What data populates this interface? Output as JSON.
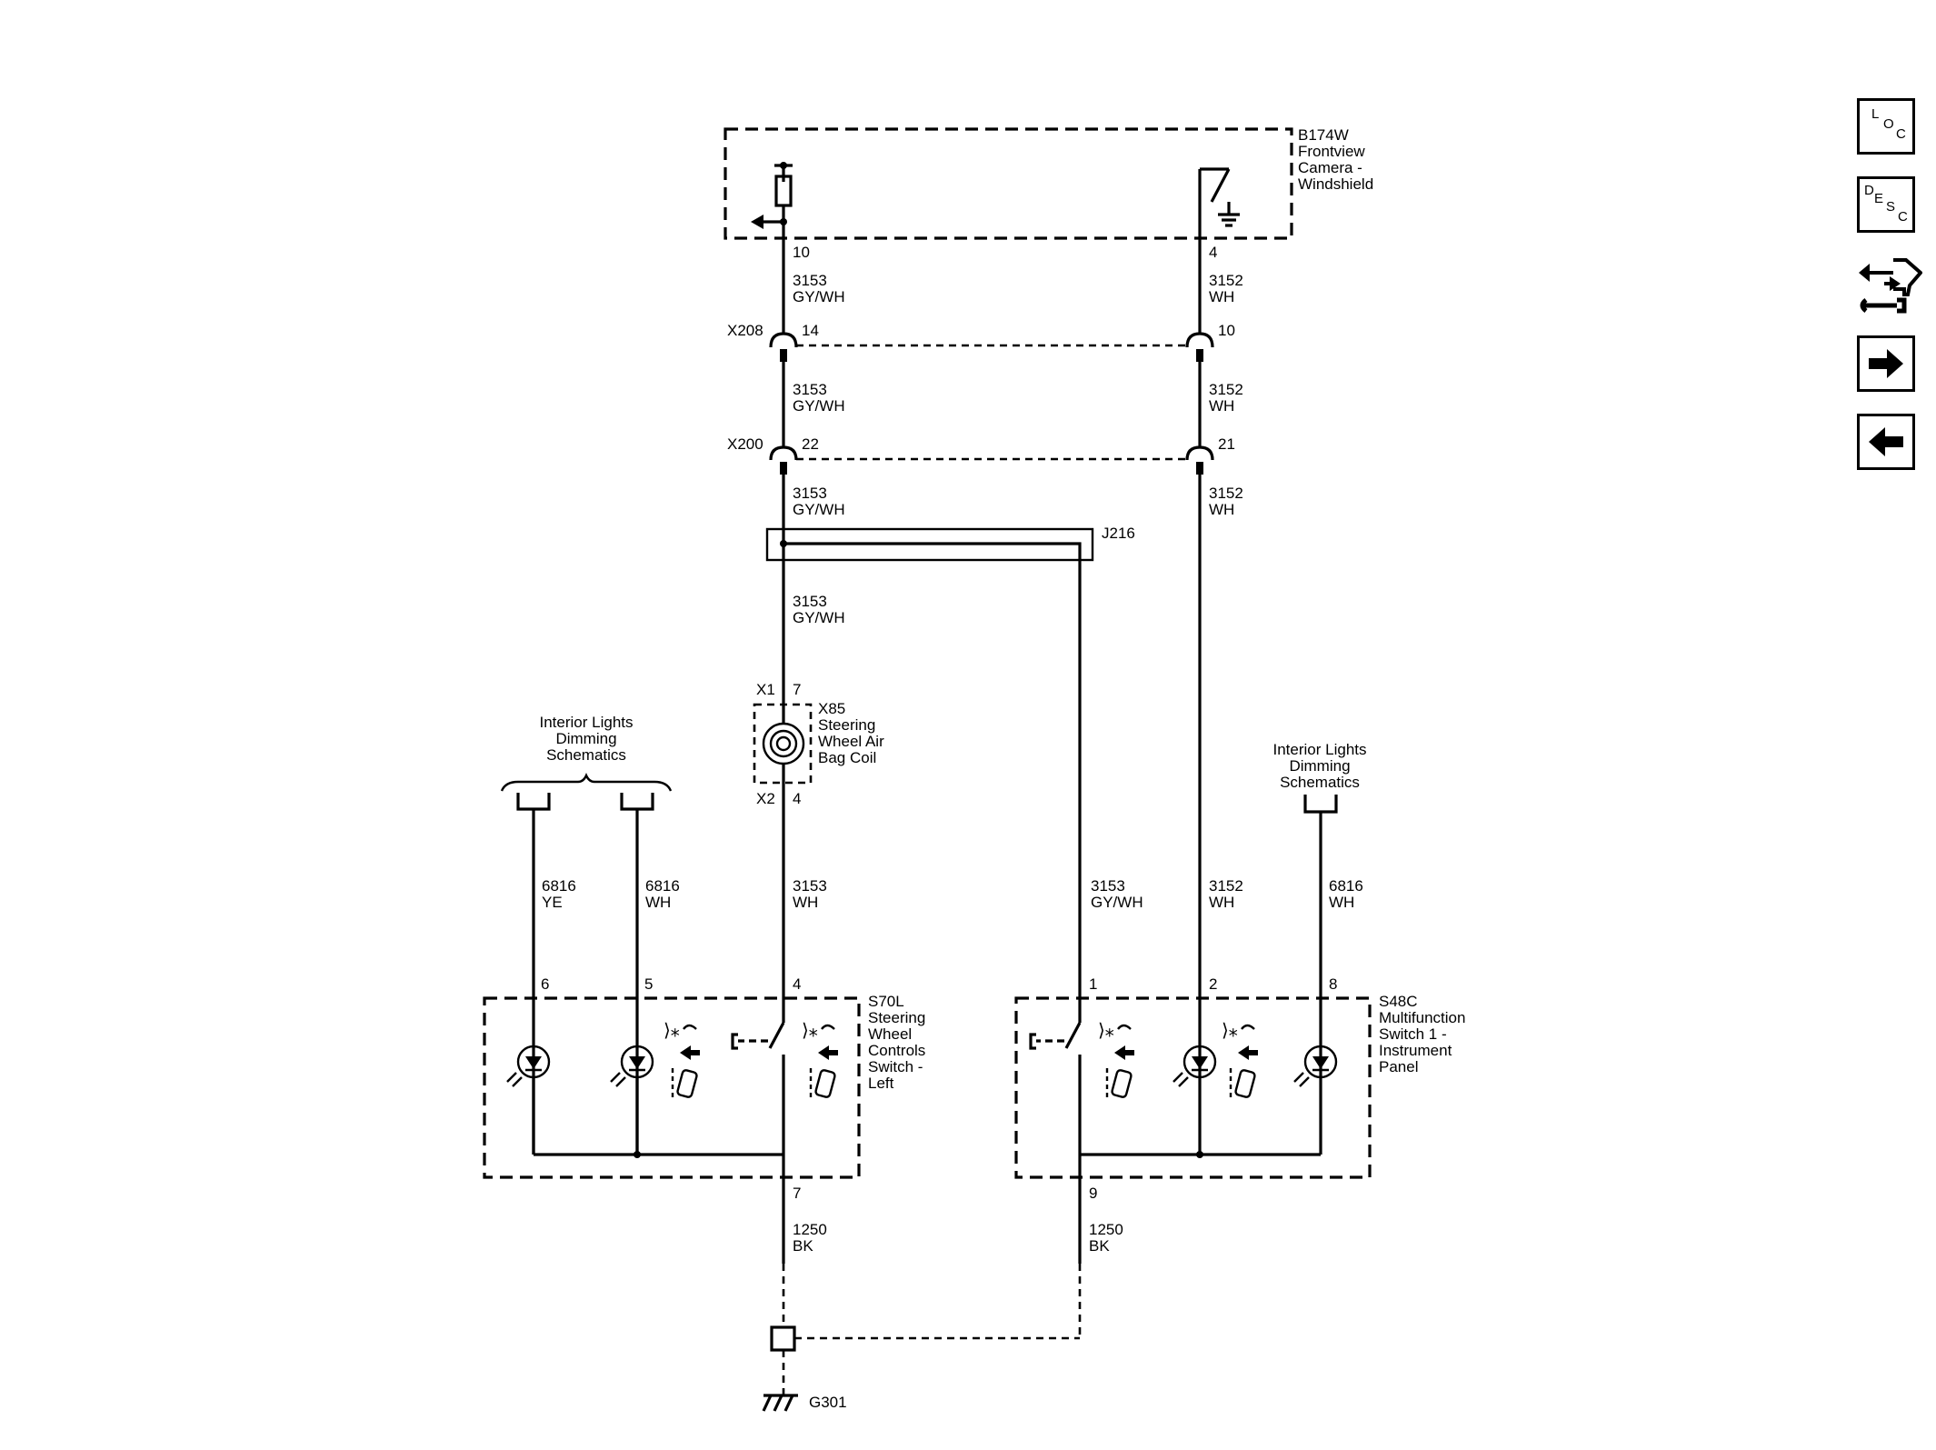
{
  "components": {
    "camera": {
      "name": "B174W",
      "desc": [
        "Frontview",
        "Camera -",
        "Windshield"
      ]
    },
    "j216": {
      "name": "J216"
    },
    "x85": {
      "name": "X85",
      "desc": [
        "Steering",
        "Wheel Air",
        "Bag Coil"
      ],
      "x1": "X1",
      "x2": "X2"
    },
    "s70l": {
      "name": "S70L",
      "desc": [
        "Steering",
        "Wheel",
        "Controls",
        "Switch -",
        "Left"
      ]
    },
    "s48c": {
      "name": "S48C",
      "desc": [
        "Multifunction",
        "Switch 1 -",
        "Instrument",
        "Panel"
      ]
    },
    "g301": {
      "name": "G301"
    },
    "dim_left": [
      "Interior Lights",
      "Dimming",
      "Schematics"
    ],
    "dim_right": [
      "Interior Lights",
      "Dimming",
      "Schematics"
    ]
  },
  "connectors": {
    "x208": "X208",
    "x200": "X200"
  },
  "pins": {
    "cam_10": "10",
    "cam_4": "4",
    "x208_a": "14",
    "x208_b": "10",
    "x200_a": "22",
    "x200_b": "21",
    "x85_x1": "7",
    "x85_x2": "4",
    "s70_6": "6",
    "s70_5": "5",
    "s70_4": "4",
    "s70_7": "7",
    "s48_1": "1",
    "s48_2": "2",
    "s48_8": "8",
    "s48_9": "9"
  },
  "wires": {
    "w3153_gywh": [
      "3153",
      "GY/WH"
    ],
    "w3152_wh": [
      "3152",
      "WH"
    ],
    "w3153_wh": [
      "3153",
      "WH"
    ],
    "w6816_ye": [
      "6816",
      "YE"
    ],
    "w6816_wh": [
      "6816",
      "WH"
    ],
    "w1250_bk": [
      "1250",
      "BK"
    ]
  },
  "nav": {
    "loc": [
      "L",
      "O",
      "C"
    ],
    "desc": [
      "D",
      "E",
      "S",
      "C"
    ]
  }
}
